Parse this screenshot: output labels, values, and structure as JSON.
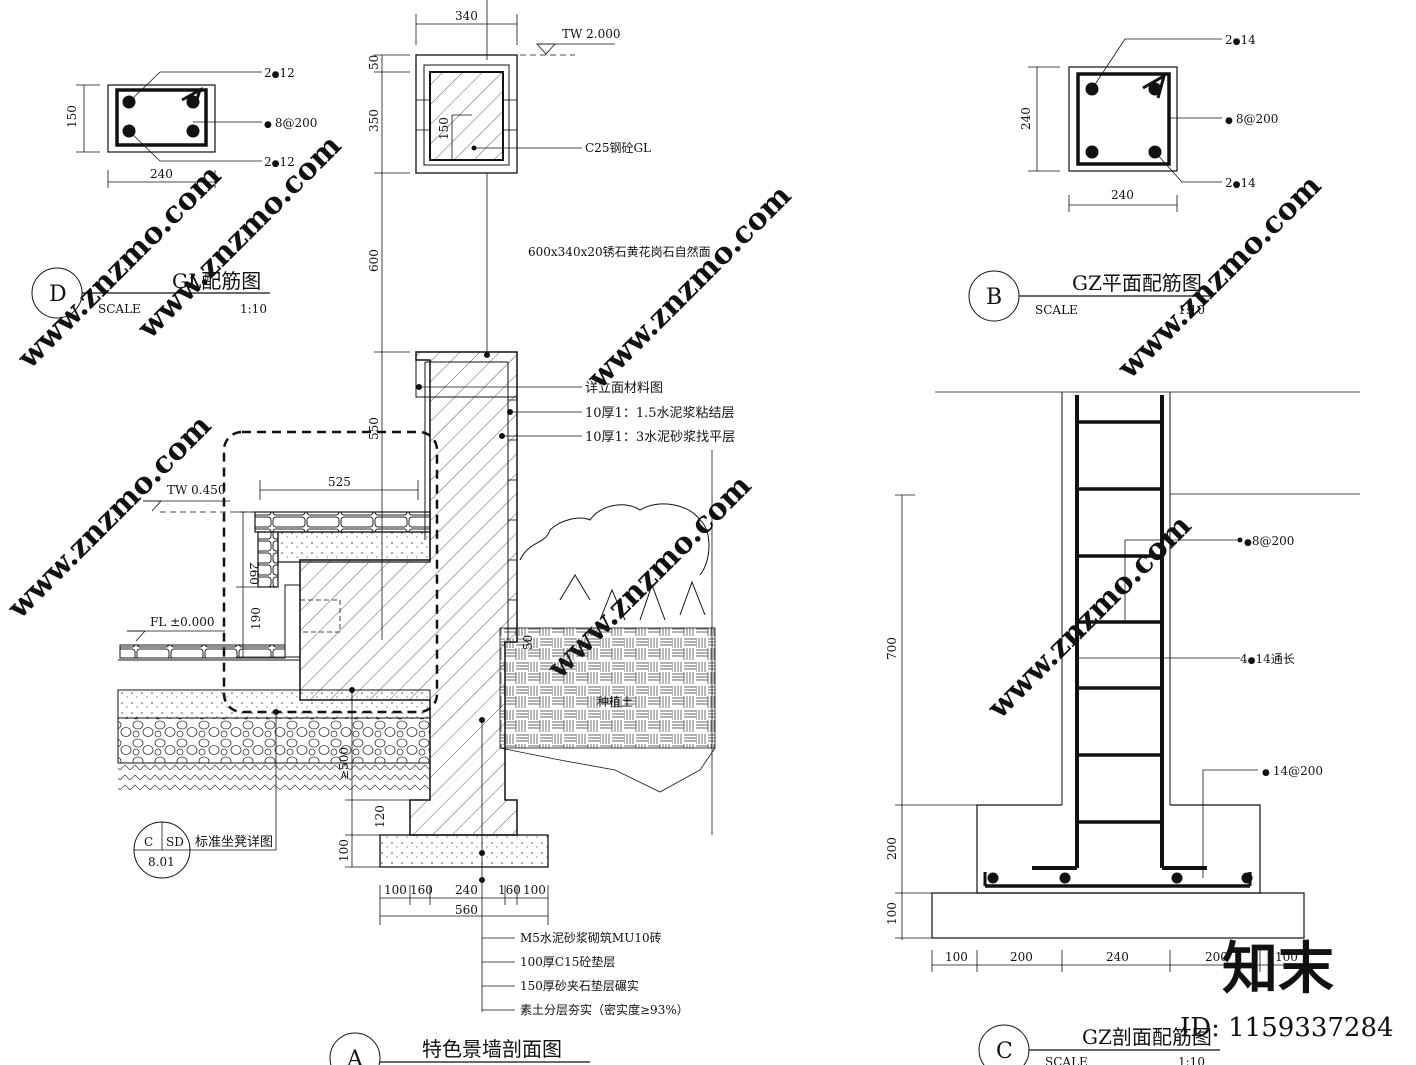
{
  "detail_d": {
    "badge": "D",
    "title": "GL配筋图",
    "scale_word": "SCALE",
    "scale_value": "1:10",
    "dim_width": "240",
    "dim_height": "150",
    "note_top": "2",
    "note_top_suffix": "12",
    "note_mid": "8@200",
    "note_bottom": "2",
    "note_bottom_suffix": "12"
  },
  "detail_b": {
    "badge": "B",
    "title": "GZ平面配筋图",
    "scale_word": "SCALE",
    "scale_value": "1:10",
    "dim_width": "240",
    "dim_height": "240",
    "note_top": "2",
    "note_top_suffix": "14",
    "note_mid": "8@200",
    "note_bottom": "2",
    "note_bottom_suffix": "14"
  },
  "detail_a": {
    "badge": "A",
    "title": "特色景墙剖面图",
    "top_width": "340",
    "tw_top": "TW 2.000",
    "tw_seat": "TW 0.450",
    "fl_level": "FL ±0.000",
    "seat_depth": "525",
    "dims_vertical": [
      "50",
      "350",
      "600",
      "550",
      "260",
      "190",
      "50",
      "≥500",
      "120",
      "100",
      "150"
    ],
    "bottom_dims": [
      "100",
      "160",
      "240",
      "160",
      "100"
    ],
    "bottom_total": "560",
    "label_cap_beam": "C25钢砼GL",
    "label_stone": "600x340x20锈石黄花岗石自然面",
    "label_facade": "详立面材料图",
    "label_bond": "10厚1：1.5水泥浆粘结层",
    "label_screed": "10厚1：3水泥砂浆找平层",
    "label_soil": "种植土",
    "ref_detail": "标准坐凳详图",
    "ref_c": "C",
    "ref_sd": "SD",
    "ref_sheet": "8.01",
    "layer_notes": [
      "M5水泥砂浆砌筑MU10砖",
      "100厚C15砼垫层",
      "150厚砂夹石垫层碾实",
      "素土分层夯实（密实度≥93%）"
    ]
  },
  "detail_c": {
    "badge": "C",
    "title": "GZ剖面配筋图",
    "scale_word": "SCALE",
    "scale_value": "1:10",
    "dim_700": "700",
    "dim_200": "200",
    "dim_100": "100",
    "bottom_dims": [
      "100",
      "200",
      "240",
      "200",
      "100"
    ],
    "note_stirrup": "8@200",
    "note_main": "4",
    "note_main_suffix": "14通长",
    "note_base": "14@200"
  },
  "watermark": {
    "logo": "知末",
    "id_text": "ID: 1159337284",
    "site": "www.znzmo.com"
  }
}
